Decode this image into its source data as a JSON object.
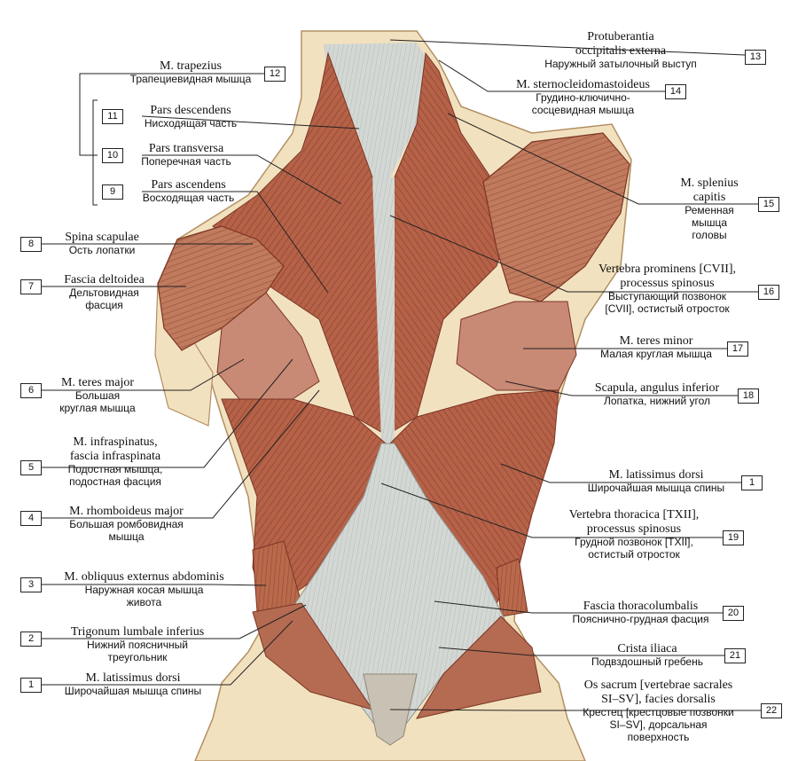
{
  "labels": {
    "l1": {
      "num": "1",
      "lat": "M. latissimus dorsi",
      "rus": [
        "Широчайшая мышца спины"
      ]
    },
    "l2": {
      "num": "2",
      "lat": "Trigonum lumbale inferius",
      "rus": [
        "Нижний поясничный",
        "треугольник"
      ]
    },
    "l3": {
      "num": "3",
      "lat": "M. obliquus externus abdominis",
      "rus": [
        "Наружная косая мышца",
        "живота"
      ]
    },
    "l4": {
      "num": "4",
      "lat": "M. rhomboideus major",
      "rus": [
        "Большая ромбовидная",
        "мышца"
      ]
    },
    "l5": {
      "num": "5",
      "lat": [
        "M. infraspinatus,",
        "fascia infraspinata"
      ],
      "rus": [
        "Подостная мышца,",
        "подостная фасция"
      ]
    },
    "l6": {
      "num": "6",
      "lat": "M. teres major",
      "rus": [
        "Большая",
        "круглая мышца"
      ]
    },
    "l7": {
      "num": "7",
      "lat": "Fascia deltoidea",
      "rus": [
        "Дельтовидная",
        "фасция"
      ]
    },
    "l8": {
      "num": "8",
      "lat": "Spina scapulae",
      "rus": [
        "Ость лопатки"
      ]
    },
    "l9": {
      "num": "9",
      "lat": "Pars ascendens",
      "rus": [
        "Восходящая часть"
      ]
    },
    "l10": {
      "num": "10",
      "lat": "Pars transversa",
      "rus": [
        "Поперечная часть"
      ]
    },
    "l11": {
      "num": "11",
      "lat": "Pars descendens",
      "rus": [
        "Нисходящая часть"
      ]
    },
    "l12": {
      "num": "12",
      "lat": "M. trapezius",
      "rus": [
        "Трапециевидная мышца"
      ]
    },
    "l13": {
      "num": "13",
      "lat": [
        "Protuberantia",
        "occipitalis externa"
      ],
      "rus": [
        "Наружный затылочный выступ"
      ]
    },
    "l14": {
      "num": "14",
      "lat": "M. sternocleidomastoideus",
      "rus": [
        "Грудино-ключично-",
        "сосцевидная мышца"
      ]
    },
    "l15": {
      "num": "15",
      "lat": [
        "M. splenius",
        "capitis"
      ],
      "rus": [
        "Ременная",
        "мышца",
        "головы"
      ]
    },
    "l16": {
      "num": "16",
      "lat": [
        "Vertebra prominens [CVII],",
        "processus spinosus"
      ],
      "rus": [
        "Выступающий позвонок",
        "[CVII], остистый отросток"
      ]
    },
    "l17": {
      "num": "17",
      "lat": "M. teres minor",
      "rus": [
        "Малая круглая мышца"
      ]
    },
    "l18": {
      "num": "18",
      "lat": "Scapula, angulus inferior",
      "rus": [
        "Лопатка, нижний угол"
      ]
    },
    "l1r": {
      "num": "1",
      "lat": "M. latissimus dorsi",
      "rus": [
        "Широчайшая мышца спины"
      ]
    },
    "l19": {
      "num": "19",
      "lat": [
        "Vertebra thoracica [TXII],",
        "processus spinosus"
      ],
      "rus": [
        "Грудной позвонок [TXII],",
        "остистый отросток"
      ]
    },
    "l20": {
      "num": "20",
      "lat": "Fascia thoracolumbalis",
      "rus": [
        "Пояснично-грудная фасция"
      ]
    },
    "l21": {
      "num": "21",
      "lat": "Crista iliaca",
      "rus": [
        "Подвздошный гребень"
      ]
    },
    "l22": {
      "num": "22",
      "lat": [
        "Os sacrum [vertebrae sacrales",
        "SI–SV], facies dorsalis"
      ],
      "rus": [
        "Крестец [крестцовые позвонки",
        "SI–SV], дорсальная",
        "поверхность"
      ]
    }
  },
  "colors": {
    "muscle": "#b5654a",
    "muscle_dark": "#8c3f2c",
    "fascia": "#d9dcd8",
    "skin": "#f3e3c2",
    "line": "#222222"
  }
}
